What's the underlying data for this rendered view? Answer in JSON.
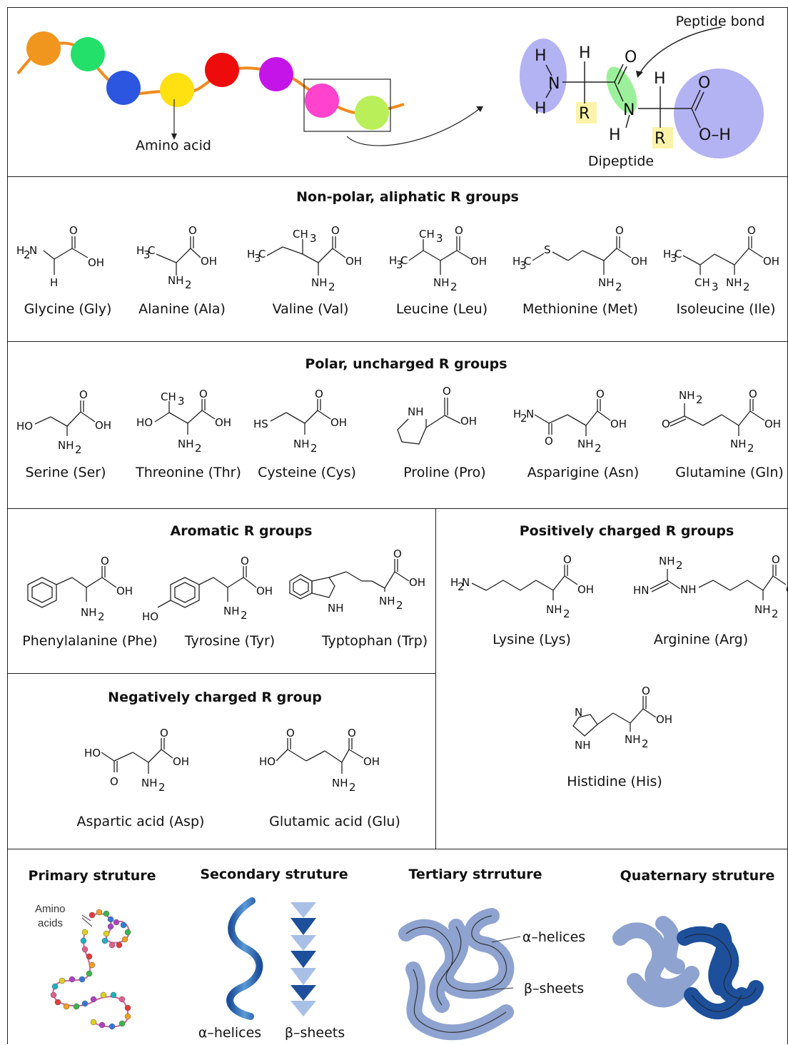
{
  "top": {
    "amino_acid_label": "Amino acid",
    "peptide_bond_label": "Peptide bond",
    "dipeptide_label": "Dipeptide",
    "chain_colors": [
      "#f0961e",
      "#22e06a",
      "#2c55e0",
      "#ffe011",
      "#ee0b0b",
      "#c514e8",
      "#ff43cd",
      "#b9f05a"
    ],
    "atoms": {
      "H": "H",
      "N": "N",
      "O": "O",
      "R": "R",
      "OH": "O–H"
    }
  },
  "nonpolar": {
    "title": "Non-polar, aliphatic R groups",
    "items": [
      "Glycine (Gly)",
      "Alanine (Ala)",
      "Valine (Val)",
      "Leucine (Leu)",
      "Methionine (Met)",
      "Isoleucine (Ile)"
    ]
  },
  "polar": {
    "title": "Polar, uncharged R groups",
    "items": [
      "Serine (Ser)",
      "Threonine (Thr)",
      "Cysteine (Cys)",
      "Proline (Pro)",
      "Asparigine (Asn)",
      "Glutamine (Gln)"
    ]
  },
  "aromatic": {
    "title": "Aromatic R groups",
    "items": [
      "Phenylalanine (Phe)",
      "Tyrosine (Tyr)",
      "Typtophan (Trp)"
    ]
  },
  "positive": {
    "title": "Positively charged R groups",
    "items": [
      "Lysine (Lys)",
      "Arginine (Arg)",
      "Histidine (His)"
    ]
  },
  "negative": {
    "title": "Negatively charged R group",
    "items": [
      "Aspartic acid (Asp)",
      "Glutamic acid (Glu)"
    ]
  },
  "structures": {
    "primary": "Primary struture",
    "secondary": "Secondary struture",
    "tertiary": "Tertiary strruture",
    "quaternary": "Quaternary struture",
    "amino_acids_label": "Amino\nacids",
    "amino_label_1": "Amino",
    "amino_label_2": "acids",
    "alpha_helices": "α–helices",
    "beta_sheets": "β–sheets",
    "tert_alpha": "α–helices",
    "tert_beta": "β–sheets"
  }
}
